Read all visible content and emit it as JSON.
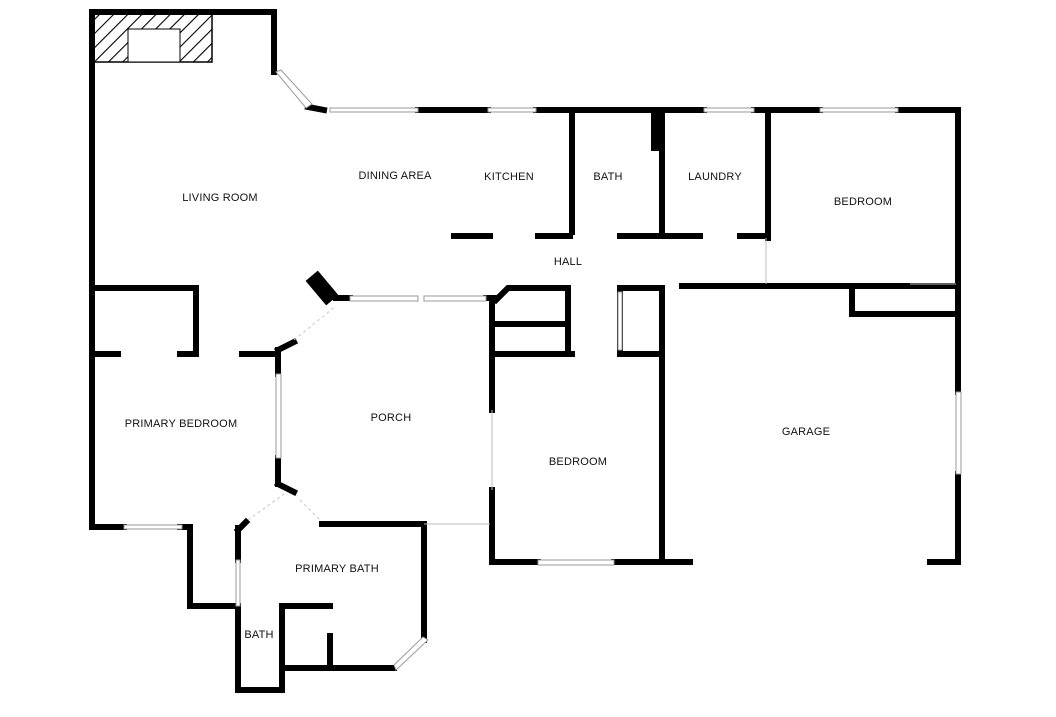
{
  "rooms": {
    "living_room": "LIVING ROOM",
    "dining_area": "DINING AREA",
    "kitchen": "KITCHEN",
    "bath": "BATH",
    "laundry": "LAUNDRY",
    "bedroom_east": "BEDROOM",
    "hall": "HALL",
    "primary_bedroom": "PRIMARY BEDROOM",
    "porch": "PORCH",
    "bedroom_center": "BEDROOM",
    "garage": "GARAGE",
    "primary_bath": "PRIMARY BATH",
    "small_bath": "BATH"
  },
  "icons": {
    "fireplace": "fireplace-icon"
  },
  "colors": {
    "wall": "#000000",
    "background": "#ffffff"
  }
}
